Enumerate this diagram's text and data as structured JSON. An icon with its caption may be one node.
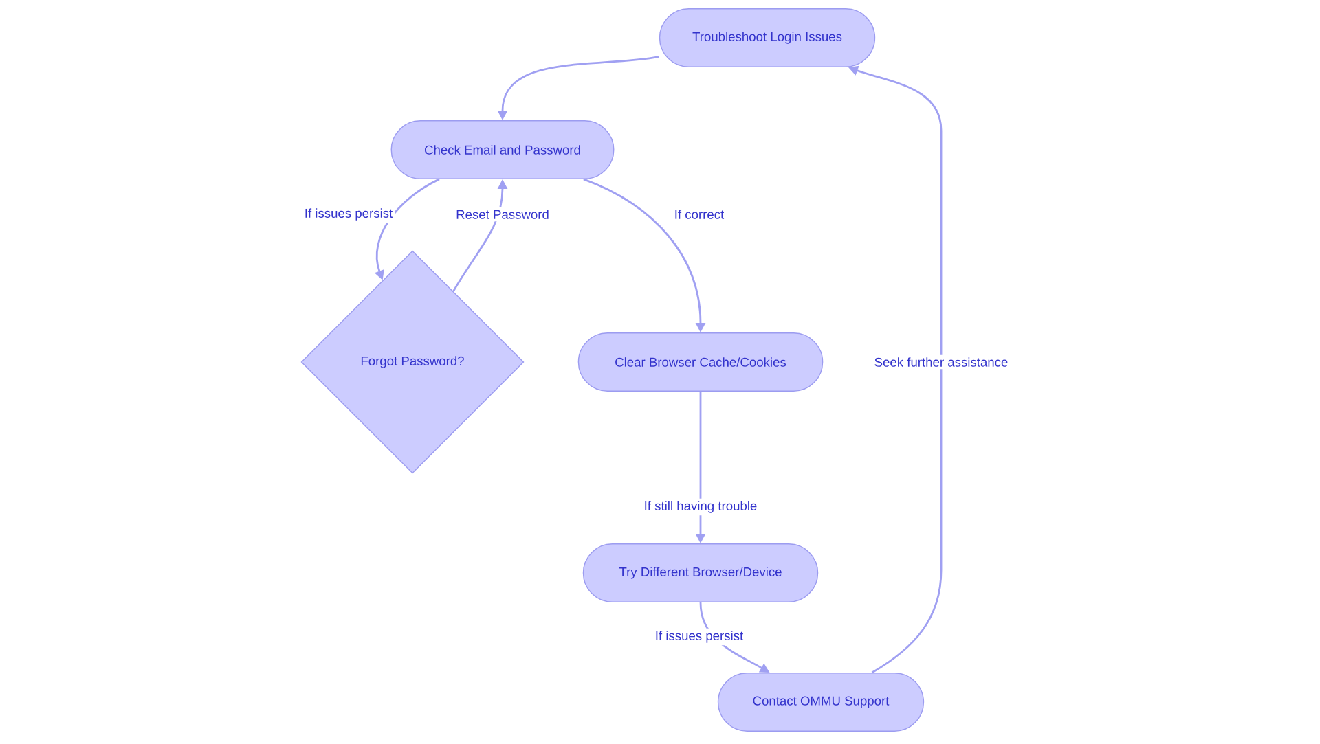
{
  "diagram": {
    "nodes": [
      {
        "text": [
          "Troubleshoot Login Issues"
        ]
      },
      {
        "text": [
          "Check Email and Password"
        ]
      },
      {
        "text": [
          "Forgot Password?"
        ]
      },
      {
        "text": [
          "Clear Browser Cache/Cookies"
        ]
      },
      {
        "text": [
          "Try Different Browser/Device"
        ]
      },
      {
        "text": [
          "Contact OMMU Support"
        ]
      }
    ],
    "edges": [
      {
        "from": 0,
        "to": 1,
        "arrow": "to"
      },
      {
        "from": 1,
        "to": 2,
        "arrow": "to",
        "label": "If issues persist"
      },
      {
        "from": 2,
        "to": 1,
        "arrow": "to",
        "label": "Reset Password"
      },
      {
        "from": 1,
        "to": 3,
        "arrow": "to",
        "label": "If correct"
      },
      {
        "from": 3,
        "to": 4,
        "arrow": "to",
        "label": "If still having trouble"
      },
      {
        "from": 4,
        "to": 5,
        "arrow": "to",
        "label": "If issues persist"
      },
      {
        "from": 5,
        "to": 0,
        "arrow": "to",
        "label": "Seek further assistance"
      }
    ]
  }
}
